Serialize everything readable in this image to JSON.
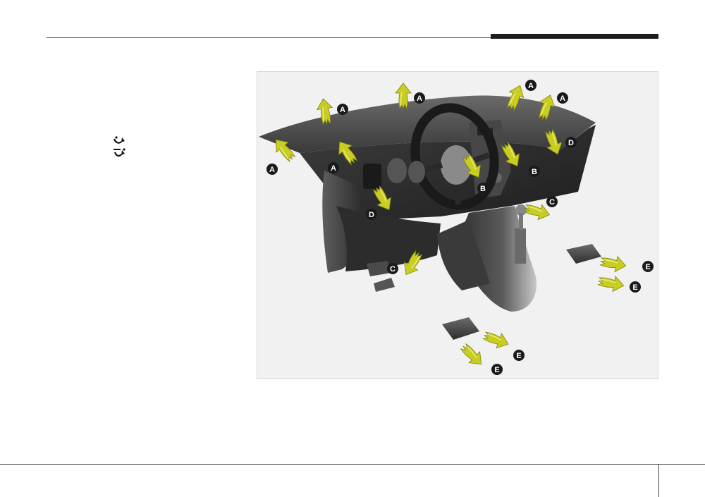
{
  "figure": {
    "callouts": [
      "A",
      "A",
      "A",
      "A",
      "A",
      "A",
      "B",
      "B",
      "C",
      "C",
      "D",
      "D",
      "E",
      "E",
      "E",
      "E"
    ]
  },
  "icons": {
    "floor_mode": "floor-vent-icon",
    "floor_defrost_mode": "floor-defrost-vent-icon"
  },
  "colors": {
    "airflow_arrow": "#c9cc22",
    "airflow_arrow_dark": "#8e9512",
    "callout_fill": "#1a1a1a",
    "header_tab": "#1e1e1e"
  }
}
